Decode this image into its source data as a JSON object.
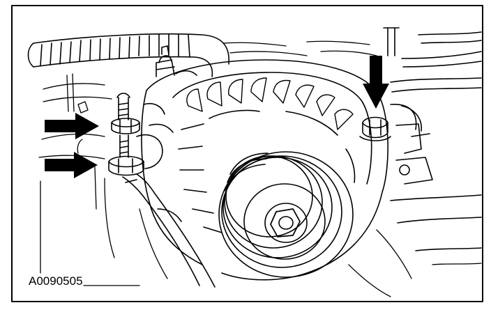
{
  "figure": {
    "reference_code": "A0090505",
    "arrow_color": "#000000",
    "line_color": "#000000",
    "background": "#ffffff",
    "callouts": [
      {
        "id": "upper-left",
        "points_to": "alternator-upper-stud-nut",
        "direction": "right"
      },
      {
        "id": "lower-left",
        "points_to": "alternator-lower-stud-nut",
        "direction": "right"
      },
      {
        "id": "right",
        "points_to": "alternator-mounting-bolt",
        "direction": "down"
      }
    ]
  }
}
